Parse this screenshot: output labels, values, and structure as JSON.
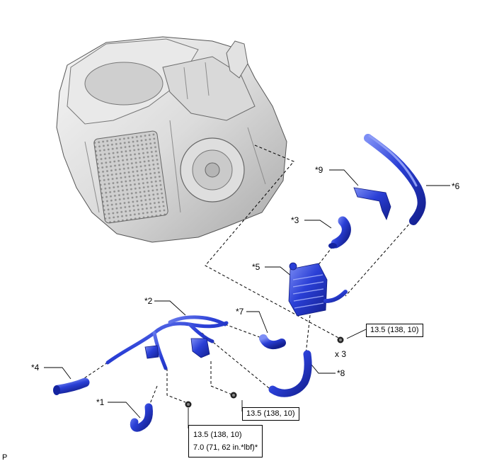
{
  "callouts": {
    "c1": "*1",
    "c2": "*2",
    "c3": "*3",
    "c4": "*4",
    "c5": "*5",
    "c6": "*6",
    "c7": "*7",
    "c8": "*8",
    "c9": "*9"
  },
  "torque_specs": {
    "right_bolts": "13.5 (138, 10)",
    "center_bolt": "13.5 (138, 10)",
    "lower_bolt_line1": "13.5 (138, 10)",
    "lower_bolt_line2": "7.0 (71, 62 in.*lbf)*"
  },
  "quantity_note": "x 3",
  "corner_mark": "P",
  "colors": {
    "part_blue": "#2a3fd6",
    "part_blue_dark": "#1424a0",
    "part_blue_light": "#6f80f0",
    "housing_light": "#ececec",
    "housing_mid": "#c9c9c9",
    "housing_dark": "#8a8a8a",
    "line": "#000000"
  }
}
